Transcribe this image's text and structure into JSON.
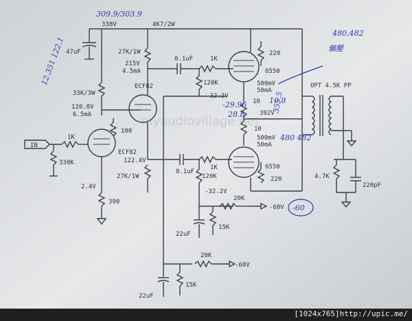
{
  "schematic": {
    "title_notes": {
      "top": "309.9/303.9",
      "right_bias": "480,482",
      "right_bias_cn": "偏壓"
    },
    "labels": {
      "b338": "338V",
      "r4k7": "4K7/2W",
      "c47": "47uF",
      "r27k_top": "27K/1W",
      "v215": "215V",
      "ma45": "4.5mA",
      "c01_top": "0.1uF",
      "r1k_top": "1K",
      "r120k_top": "120K",
      "tube_top": "6550",
      "r220_top": "220",
      "ma50_top": "500mV",
      "ma50b_top": "50mA",
      "r10_top": "10",
      "v392": "392V",
      "v322": "-32.2V",
      "r33k": "33K/3W",
      "v1208": "120.8V",
      "ma65": "6.5mA",
      "ecf82_top": "ECF82",
      "r100": "100",
      "in": "IN",
      "r1k_in": "1K",
      "r330k": "330K",
      "ecf82_bot": "ECF82",
      "v1224": "122.4V",
      "c01_bot": "0.1uF",
      "r1k_bot": "1K",
      "r120k_bot": "120K",
      "r27k_bot": "27K/1W",
      "v24": "2.4V",
      "r390": "390",
      "tube_bot": "6550",
      "r220_bot": "220",
      "ma50_bot": "500mV",
      "ma50b_bot": "50mA",
      "r10_bot": "10",
      "v322b": "-32.2V",
      "pot20k_1": "20K",
      "v60_1": "-60V",
      "r15k_1": "15K",
      "c22_1": "22uF",
      "pot20k_2": "20K",
      "v60_2": "-60V",
      "r15k_2": "15K",
      "c22_2": "22uF",
      "opt": "OPT 4.5K PP",
      "r47k": "4.7K",
      "c220": "220pF"
    },
    "handwritten": {
      "left_note": "12.351 122.1",
      "mid_note": "-29.96",
      "mid_note2": "28.8",
      "right_note": "355.5",
      "right_note2": "10.8",
      "bot_note": "480 482",
      "minus60": "-60"
    },
    "watermark": "myaudiovillage.net"
  },
  "footer_text": "[1024x765]http://upic.me/"
}
